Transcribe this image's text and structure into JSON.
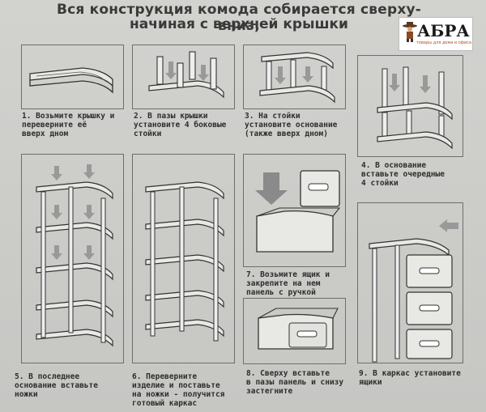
{
  "header": {
    "line1": "Вся конструкция комода собирается сверху-вниз,",
    "line2": "начиная с верхней крышки"
  },
  "logo": {
    "word": "АБРА",
    "tagline": "товары для дома и офиса"
  },
  "steps": [
    {
      "text": "1. Возьмите крышку и\nпереверните её\nвверх дном"
    },
    {
      "text": "2. В пазы крышки\nустановите 4 боковые\nстойки"
    },
    {
      "text": "3. На стойки\nустановите основание\n(также вверх дном)"
    },
    {
      "text": "4. В основание\nвставьте очередные\n4 стойки"
    },
    {
      "text": "5. В последнее\nоснование вставьте\nножки"
    },
    {
      "text": "6. Переверните\nизделие и поставьте\nна ножки - получится\nготовый каркас"
    },
    {
      "text": "7. Возьмите ящик и\nзакрепите на нем\nпанель с ручкой"
    },
    {
      "text": "8. Сверху вставьте\nв пазы панель и снизу\nзастегните"
    },
    {
      "text": "9. В каркас установите\nящики"
    }
  ]
}
